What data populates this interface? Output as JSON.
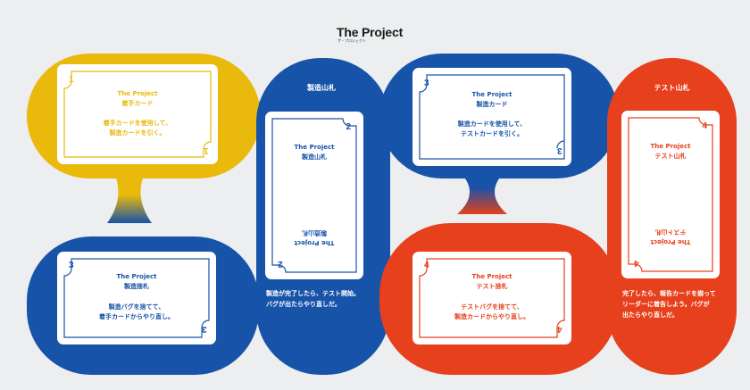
{
  "logo": {
    "title": "The Project",
    "subtitle": "ザ・プロジェクト"
  },
  "colors": {
    "yellow": "#e9b90c",
    "blue": "#1753a8",
    "red": "#e6401c",
    "background": "#eceeef"
  },
  "cards": {
    "hand_yellow": {
      "number": "1",
      "title": "The Project",
      "name": "着手カード",
      "text": [
        "着手カードを使用して、",
        "製造カードを引く。"
      ]
    },
    "manufacture_pile": {
      "number": "2",
      "title": "The Project",
      "name": "製造山札"
    },
    "manufacture_top": {
      "number": "3",
      "title": "The Project",
      "name": "製造カード",
      "text": [
        "製造カードを使用して、",
        "テストカードを引く。"
      ]
    },
    "test_pile": {
      "number": "4",
      "title": "The Project",
      "name": "テスト山札"
    },
    "manufacture_discard": {
      "number": "3",
      "title": "The Project",
      "name": "製造捨札",
      "text": [
        "製造バグを捨てて、",
        "着手カードからやり直し。"
      ]
    },
    "test_discard": {
      "number": "4",
      "title": "The Project",
      "name": "テスト捨札",
      "text": [
        "テストバグを捨てて、",
        "製造カードからやり直し。"
      ]
    }
  },
  "labels": {
    "manufacture_pile": "製造山札",
    "test_pile": "テスト山札"
  },
  "descriptions": {
    "manufacture": [
      "製造が完了したら、テスト開始。",
      "バグが出たらやり直しだ。"
    ],
    "test": [
      "完了したら、報告カードを揃って",
      "リーダーに着告しよう。バグが",
      "出たらやり直しだ。"
    ]
  }
}
